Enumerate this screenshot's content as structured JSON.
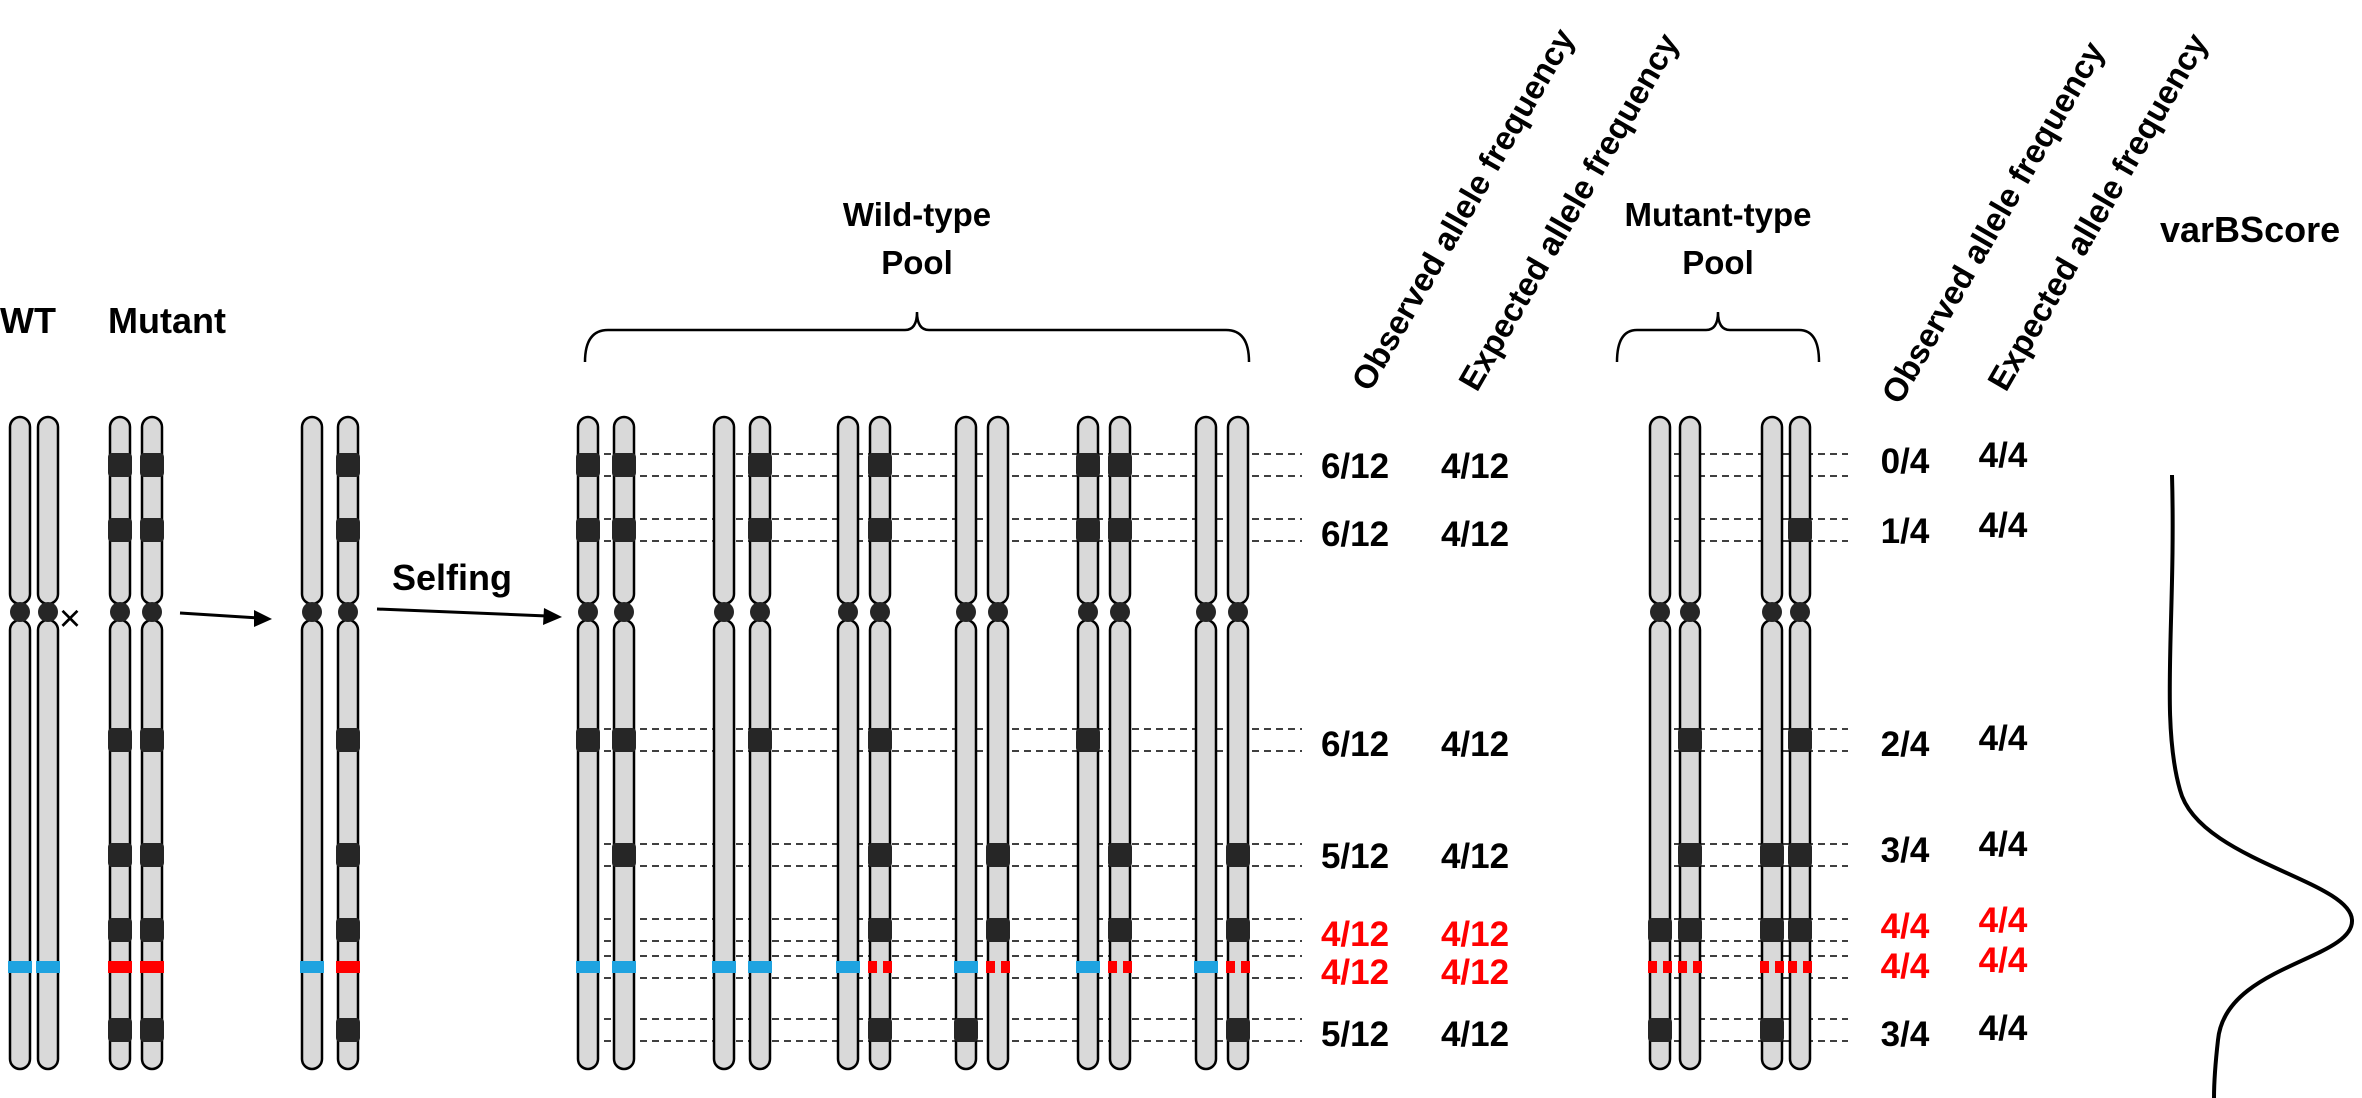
{
  "labels": {
    "wt": "WT",
    "mutant": "Mutant",
    "cross_symbol": "×",
    "selfing": "Selfing",
    "wt_pool": "Wild-type\nPool",
    "mut_pool": "Mutant-type\nPool",
    "wt_observed": "Observed allele frequency",
    "wt_expected": "Expected allele frequency",
    "mut_observed": "Observed allele frequency",
    "mut_expected": "Expected allele frequency",
    "score": "varBScore"
  },
  "wild_type_pool": {
    "observed": [
      "6/12",
      "6/12",
      "6/12",
      "5/12",
      "4/12",
      "4/12",
      "5/12"
    ],
    "expected": [
      "4/12",
      "4/12",
      "4/12",
      "4/12",
      "4/12",
      "4/12",
      "4/12"
    ]
  },
  "mutant_type_pool": {
    "observed": [
      "0/4",
      "1/4",
      "2/4",
      "3/4",
      "4/4",
      "4/4",
      "3/4"
    ],
    "expected": [
      "4/4",
      "4/4",
      "4/4",
      "4/4",
      "4/4",
      "4/4",
      "4/4"
    ]
  },
  "highlight_rows": [
    4,
    5
  ],
  "colors": {
    "chromosome_fill": "#d9d9d9",
    "marker": "#262626",
    "wt_causal": "#1fa3e0",
    "mut_causal": "#ff0000",
    "highlight_text": "#ff0000"
  }
}
